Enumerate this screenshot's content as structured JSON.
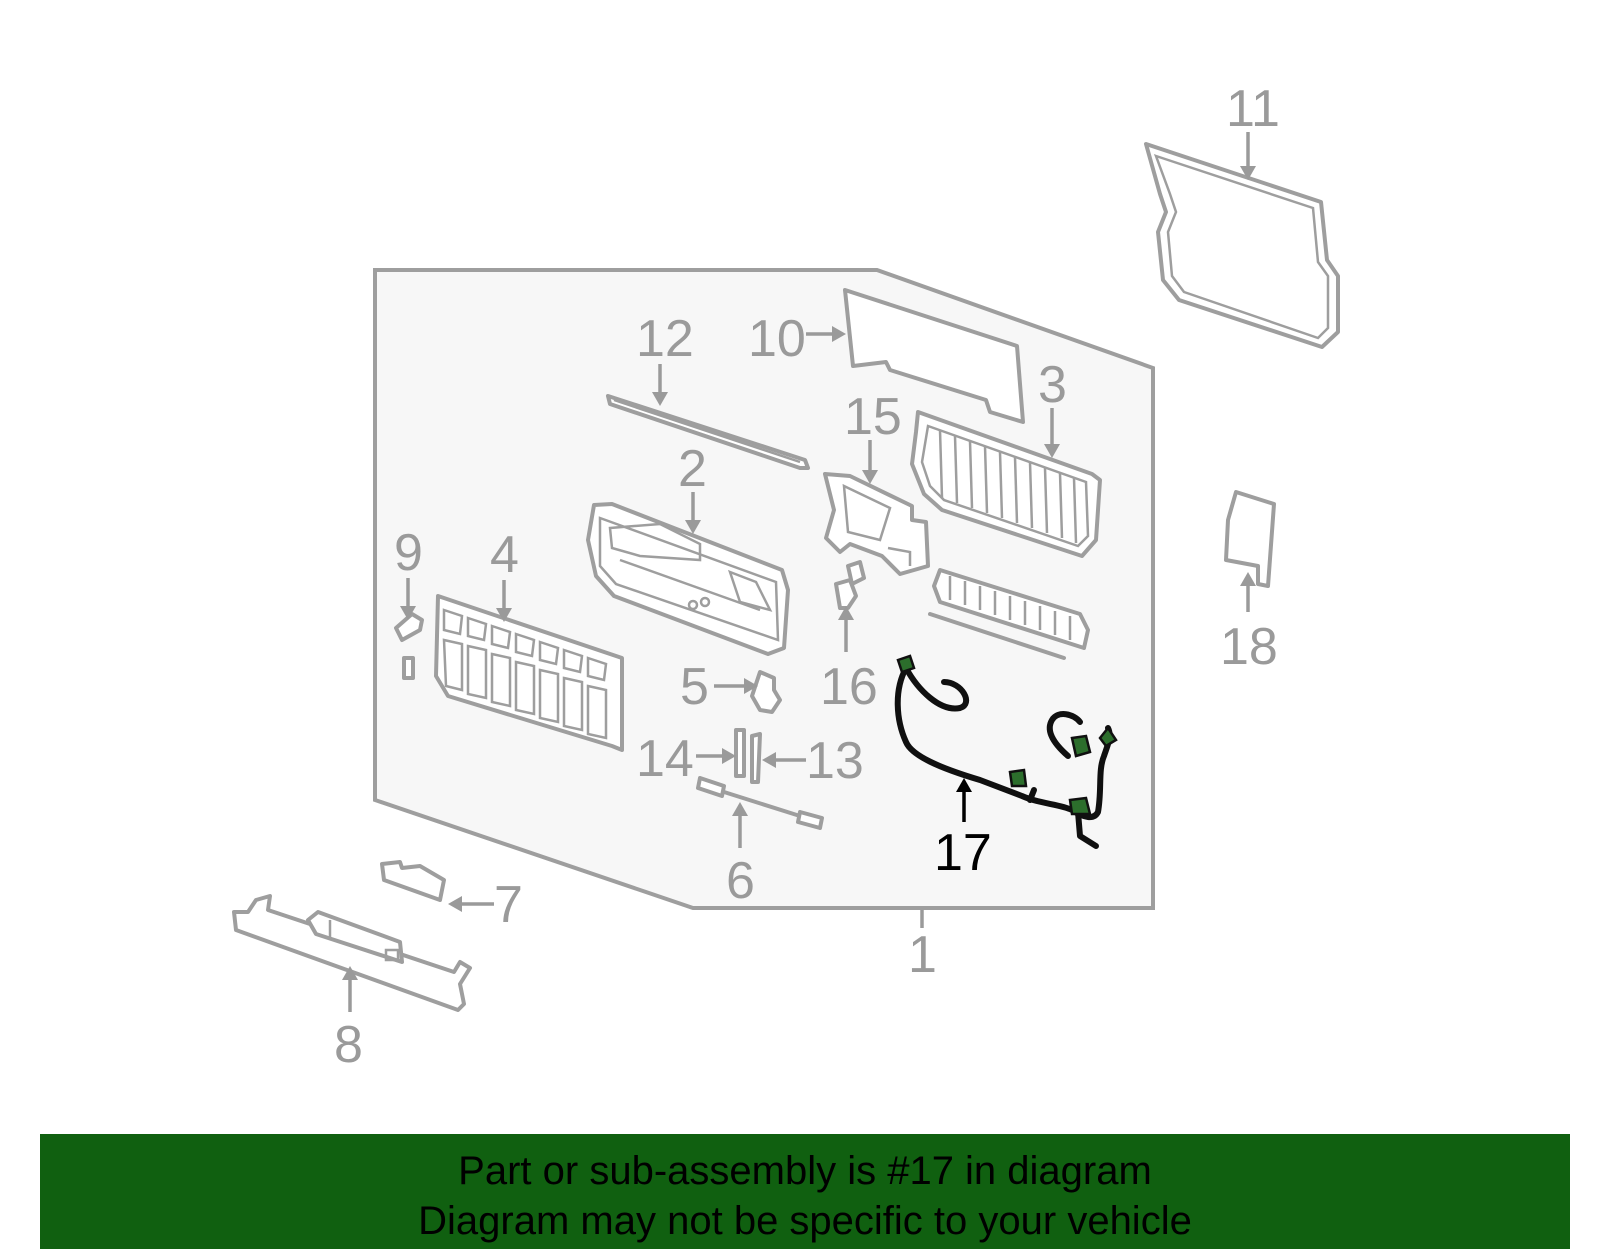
{
  "diagram": {
    "highlight_color": "#106010",
    "callouts": [
      "1",
      "2",
      "3",
      "4",
      "5",
      "6",
      "7",
      "8",
      "9",
      "10",
      "11",
      "12",
      "13",
      "14",
      "15",
      "16",
      "17",
      "18"
    ],
    "highlighted_callout": "17"
  },
  "banner": {
    "line1": "Part or sub-assembly is #17 in diagram",
    "line2": "Diagram may not be specific to your vehicle"
  }
}
